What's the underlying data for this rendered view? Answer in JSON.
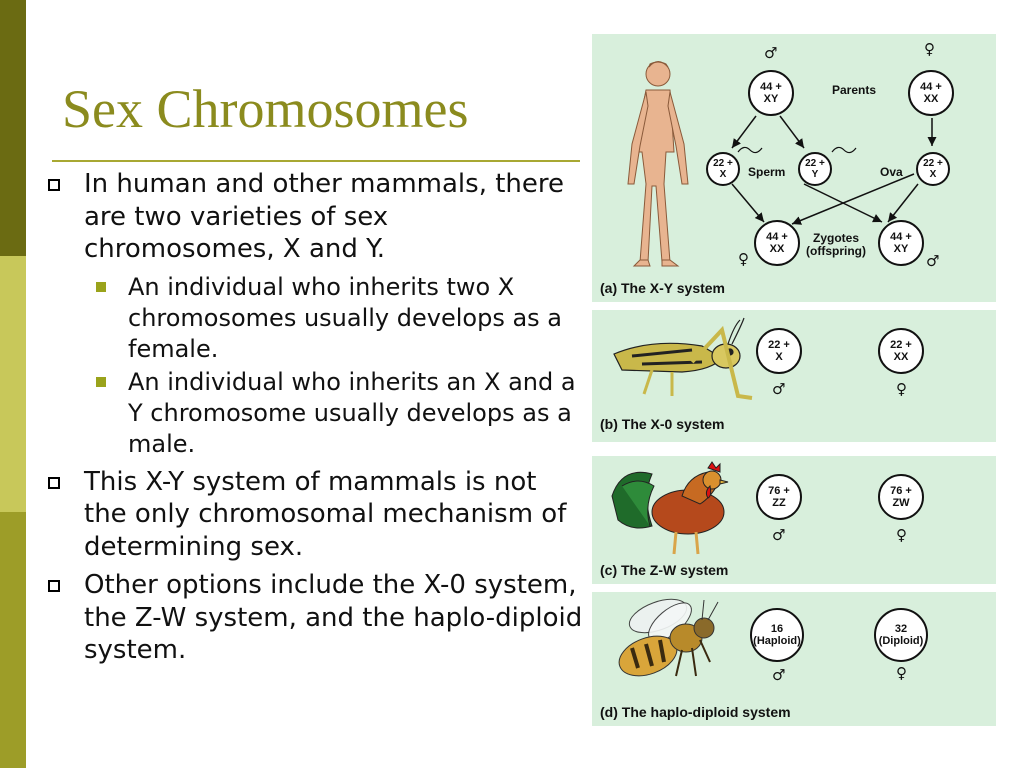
{
  "slide": {
    "title": "Sex Chromosomes",
    "bullets": [
      "In human and other mammals, there are two varieties of sex chromosomes, X and Y.",
      "This X-Y system of mammals is not the only chromosomal mechanism of determining sex.",
      "Other options include the X-0 system, the Z-W system, and the haplo-diploid system."
    ],
    "sub_bullets": [
      "An individual who inherits two X chromosomes usually develops as a female.",
      "An individual who inherits an X and a Y chromosome usually develops as a male."
    ]
  },
  "figure": {
    "symbols": {
      "male": "♂",
      "female": "♀"
    },
    "panel_a": {
      "caption": "(a) The X-Y system",
      "parents_label": "Parents",
      "sperm_label": "Sperm",
      "ova_label": "Ova",
      "zygotes_label": "Zygotes\n(offspring)",
      "father": "44 +\nXY",
      "mother": "44 +\nXX",
      "sperm_x": "22 +\nX",
      "sperm_y": "22 +\nY",
      "ovum": "22 +\nX",
      "zygote_female": "44 +\nXX",
      "zygote_male": "44 +\nXY"
    },
    "panel_b": {
      "caption": "(b) The X-0 system",
      "male": "22 +\nX",
      "female": "22 +\nXX"
    },
    "panel_c": {
      "caption": "(c) The Z-W system",
      "male": "76 +\nZZ",
      "female": "76 +\nZW"
    },
    "panel_d": {
      "caption": "(d) The haplo-diploid system",
      "male": "16\n(Haploid)",
      "female": "32\n(Diploid)"
    }
  },
  "colors": {
    "title": "#8b8b1e",
    "panel_bg": "#d8efdc",
    "bar_dark": "#6b6b12",
    "bar_light": "#c8c85a",
    "bar_mid": "#9d9d28"
  }
}
